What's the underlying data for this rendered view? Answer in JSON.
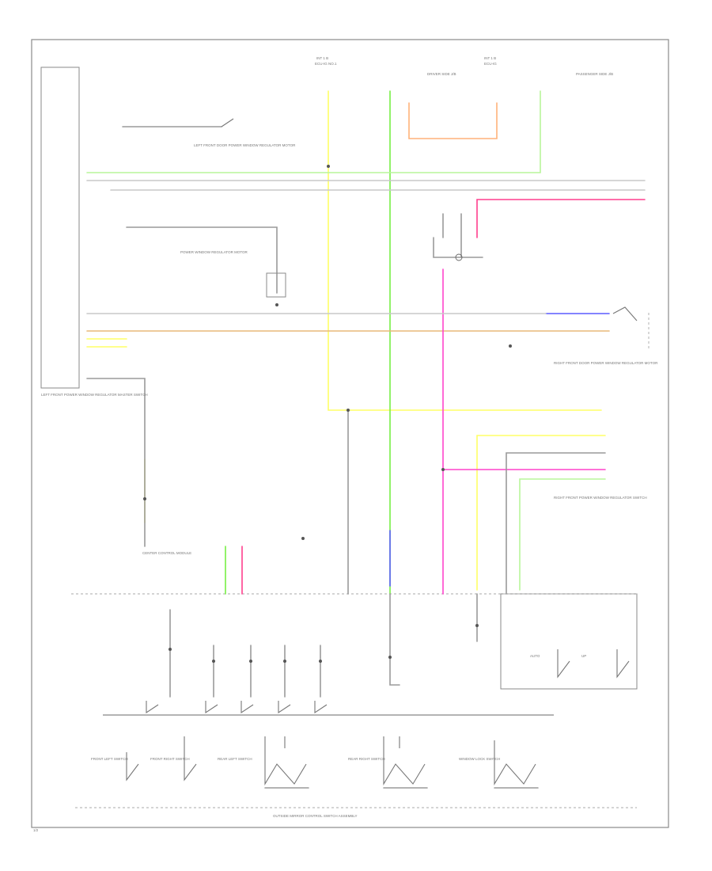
{
  "page_code": "1/2",
  "footer_label": "OUTSIDE MIRROR CONTROL SWITCH ASSEMBLY",
  "colors": {
    "yellow": "#ffff66",
    "green": "#77ee44",
    "light_green": "#b8f59a",
    "orange": "#ffb27a",
    "pink": "#ff44cc",
    "hot_pink": "#ff3f8e",
    "blue": "#5b5bff",
    "tan": "#e8b878",
    "grey": "#9a9a9a",
    "light_grey": "#c8c8c8"
  },
  "labels": {
    "top_fuse_a": "INT 1 B",
    "top_fuse_a_sub": "ECU-IG NO.1",
    "top_fuse_b": "INT 1 B",
    "top_fuse_b_sub": "ECU-IG",
    "jb_left": "DRIVER SIDE J/B",
    "jb_right": "PASSENGER SIDE J/B",
    "left_switch": "LEFT FRONT DOOR POWER WINDOW REGULATOR MOTOR",
    "right_switch": "RIGHT FRONT DOOR POWER WINDOW REGULATOR MOTOR",
    "reg_motor": "POWER WINDOW REGULATOR MOTOR",
    "left_box_title": "LEFT FRONT POWER WINDOW REGULATOR MASTER SWITCH",
    "right_box_title": "RIGHT FRONT POWER WINDOW REGULATOR SWITCH",
    "module": "CENTER CONTROL MODULE",
    "ctrl_a": "FRONT LEFT SWITCH",
    "ctrl_b": "FRONT RIGHT SWITCH",
    "ctrl_c": "REAR LEFT SWITCH",
    "ctrl_d": "REAR RIGHT SWITCH",
    "ctrl_e": "WINDOW LOCK SWITCH",
    "mini_a": "AUTO",
    "mini_b": "UP"
  }
}
